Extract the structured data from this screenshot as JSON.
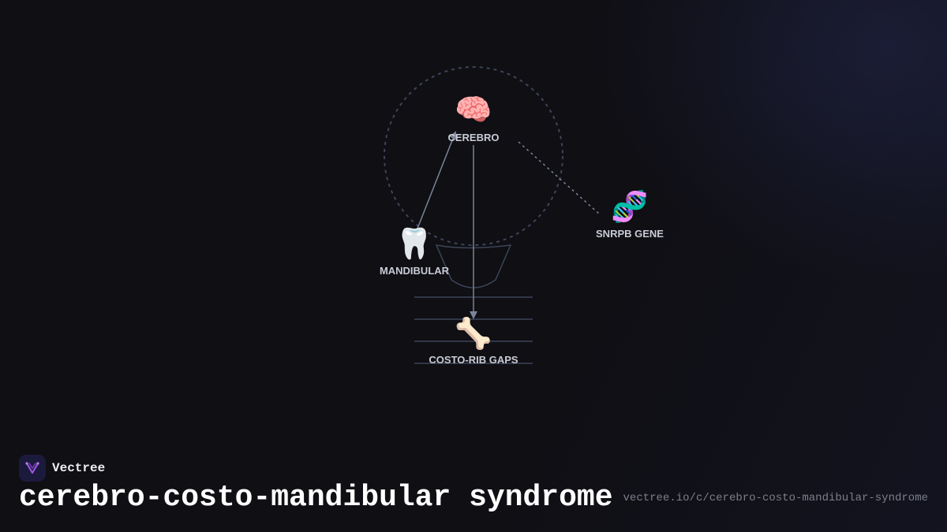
{
  "brand": {
    "name": "Vectree"
  },
  "title": "cerebro-costo-mandibular syndrome",
  "url": "vectree.io/c/cerebro-costo-mandibular-syndrome",
  "colors": {
    "background": "#0f0f14",
    "edge": "#7b8499",
    "outline": "#3d4558",
    "label": "#c9ccd6",
    "logo_accent": "#a357e6"
  },
  "diagram": {
    "nodes": [
      {
        "id": "cerebro",
        "label": "CEREBRO",
        "icon": "brain-icon",
        "glyph": "🧠"
      },
      {
        "id": "snrpb",
        "label": "SNRPB GENE",
        "icon": "dna-icon",
        "glyph": "🧬"
      },
      {
        "id": "mandibular",
        "label": "MANDIBULAR",
        "icon": "tooth-icon",
        "glyph": "🦷"
      },
      {
        "id": "costo",
        "label": "COSTO-RIB GAPS",
        "icon": "bone-icon",
        "glyph": "🦴"
      }
    ],
    "edges": [
      {
        "from": "mandibular",
        "to": "cerebro",
        "style": "solid-arrow"
      },
      {
        "from": "cerebro",
        "to": "costo",
        "style": "solid-arrow"
      },
      {
        "from": "cerebro",
        "to": "snrpb",
        "style": "dotted"
      }
    ]
  }
}
